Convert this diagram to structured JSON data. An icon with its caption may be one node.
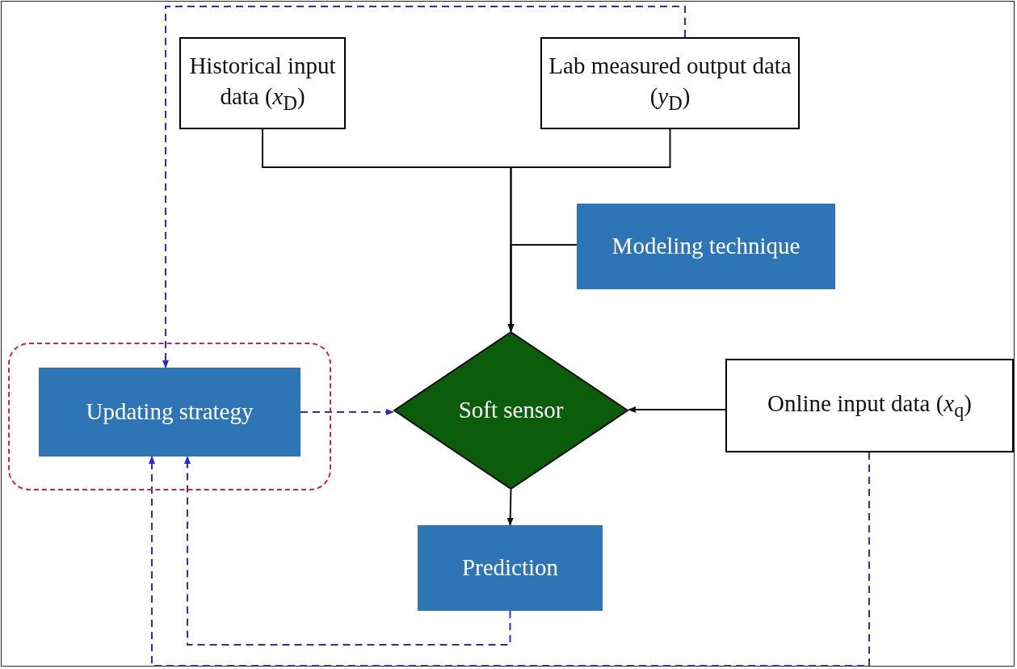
{
  "diagram": {
    "nodes": [
      {
        "text": [
          "Historical input data (*x*$_{D}$)"
        ]
      },
      {
        "text": [
          "Lab measured output data (*y*$_{D}$)"
        ]
      },
      {
        "text": [
          "Modeling technique"
        ]
      },
      {
        "text": [],
        "shape": "box"
      },
      {
        "text": [
          "Updating strategy"
        ],
        "in": 3
      },
      {
        "text": [
          "Soft sensor"
        ]
      },
      {
        "text": [
          "Online input data (*x*$_{q}$)"
        ]
      },
      {
        "text": [
          "Prediction"
        ]
      }
    ],
    "edges": [
      {
        "from": 0,
        "to": 5,
        "arrow": "to"
      },
      {
        "from": 1,
        "to": 5,
        "arrow": "to"
      },
      {
        "from": 2,
        "to": 5,
        "arrow": "to"
      },
      {
        "from": 6,
        "to": 5,
        "arrow": "to"
      },
      {
        "from": 5,
        "to": 7,
        "arrow": "to"
      },
      {
        "from": 4,
        "to": 5,
        "arrow": "to",
        "style": "dashed",
        "color": "#2b2bd0"
      },
      {
        "from": 1,
        "to": 4,
        "arrow": "to",
        "style": "dashed",
        "color": "#2b2bd0"
      },
      {
        "from": 7,
        "to": 4,
        "arrow": "to",
        "style": "dashed",
        "color": "#2b2bd0"
      },
      {
        "from": 6,
        "to": 4,
        "arrow": "to",
        "style": "dashed",
        "color": "#2b2bd0"
      }
    ]
  }
}
